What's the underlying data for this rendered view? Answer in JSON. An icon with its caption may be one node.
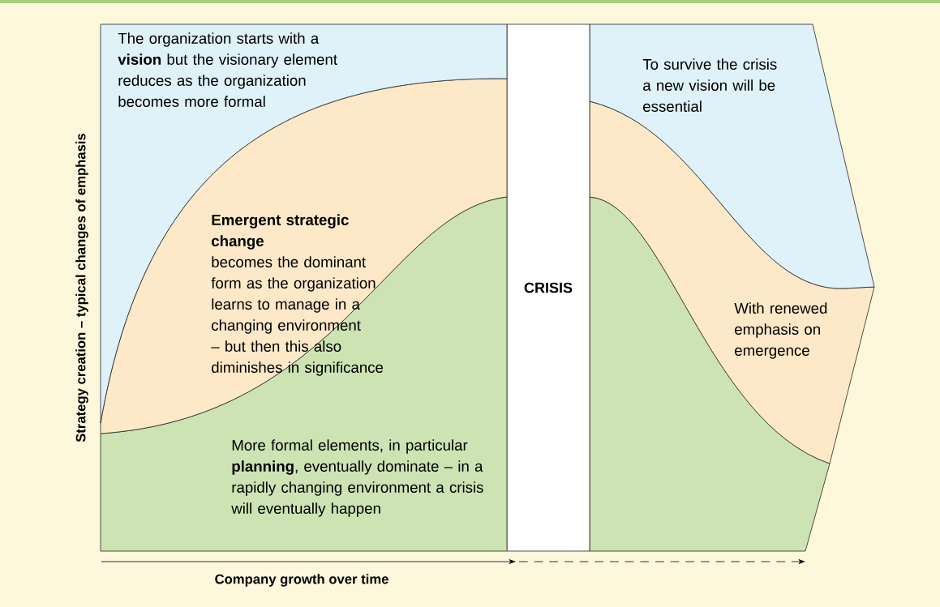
{
  "diagram": {
    "nodes": [
      {
        "text": [
          "The organization starts with a **vision** but the visionary element reduces as the organization becomes more formal"
        ]
      },
      {
        "text": [
          "Emergent strategic change",
          "becomes the dominant form as the organization learns to manage in a changing environment – but then this also diminishes in significance"
        ]
      },
      {
        "text": [
          "More formal elements, in particular **planning**, eventually dominate – in a rapidly changing environment a crisis will eventually happen"
        ]
      },
      {
        "text": [
          "CRISIS"
        ]
      },
      {
        "text": [
          "To survive the crisis a new vision will be essential"
        ]
      },
      {
        "text": [
          "With renewed emphasis on emergence"
        ]
      },
      {
        "text": [],
        "shape": "band"
      }
    ],
    "labels": [
      "Strategy creation – typical changes of emphasis",
      "Company growth over time"
    ]
  }
}
